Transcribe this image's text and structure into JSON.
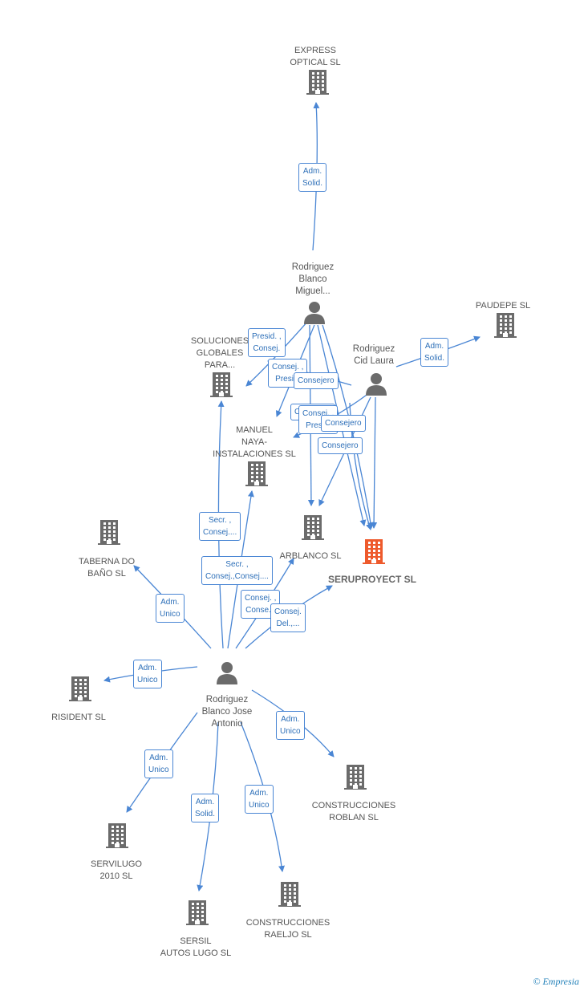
{
  "colors": {
    "edge": "#4a86d4",
    "building": "#6b6b6b",
    "main_building": "#ee5a2c",
    "person": "#6b6b6b"
  },
  "nodes": [
    {
      "id": "express",
      "type": "company",
      "label": "EXPRESS\nOPTICAL SL"
    },
    {
      "id": "paudepe",
      "type": "company",
      "label": "PAUDEPE SL"
    },
    {
      "id": "miguel",
      "type": "person",
      "label": "Rodriguez\nBlanco\nMiguel..."
    },
    {
      "id": "laura",
      "type": "person",
      "label": "Rodriguez\nCid Laura"
    },
    {
      "id": "soluciones",
      "type": "company",
      "label": "SOLUCIONES\nGLOBALES\nPARA..."
    },
    {
      "id": "manuel",
      "type": "company",
      "label": "MANUEL\nNAYA-\nINSTALACIONES SL"
    },
    {
      "id": "taberna",
      "type": "company",
      "label": "TABERNA DO\nBAÑO SL"
    },
    {
      "id": "arblanco",
      "type": "company",
      "label": "ARBLANCO SL"
    },
    {
      "id": "seruproyect",
      "type": "main",
      "label": "SERUPROYECT SL"
    },
    {
      "id": "jose",
      "type": "person",
      "label": "Rodriguez\nBlanco Jose\nAntonio"
    },
    {
      "id": "risident",
      "type": "company",
      "label": "RISIDENT SL"
    },
    {
      "id": "roblan",
      "type": "company",
      "label": "CONSTRUCCIONES\nROBLAN SL"
    },
    {
      "id": "servilugo",
      "type": "company",
      "label": "SERVILUGO\n2010 SL"
    },
    {
      "id": "sersil",
      "type": "company",
      "label": "SERSIL\nAUTOS LUGO SL"
    },
    {
      "id": "raeljo",
      "type": "company",
      "label": "CONSTRUCCIONES\nRAELJO SL"
    }
  ],
  "relations": [
    {
      "id": "r1",
      "text": "Adm.\nSolid."
    },
    {
      "id": "r2",
      "text": "Adm.\nSolid."
    },
    {
      "id": "r3",
      "text": "Presid. ,\nConsej."
    },
    {
      "id": "r4",
      "text": "Consej. ,\nPresid."
    },
    {
      "id": "r5",
      "text": "Consejero"
    },
    {
      "id": "r6",
      "text": "Consejero"
    },
    {
      "id": "r7",
      "text": "Consej. ,\nPresid."
    },
    {
      "id": "r8",
      "text": "Consejero"
    },
    {
      "id": "r9",
      "text": "Consejero"
    },
    {
      "id": "r10",
      "text": "Secr. ,\nConsej...."
    },
    {
      "id": "r11",
      "text": "Secr. ,\nConsej.,Consej...."
    },
    {
      "id": "r12",
      "text": "Adm.\nUnico"
    },
    {
      "id": "r13",
      "text": "Consej. ,\nConse..."
    },
    {
      "id": "r14",
      "text": "Consej.\nDel.,..."
    },
    {
      "id": "r15",
      "text": "Adm.\nUnico"
    },
    {
      "id": "r16",
      "text": "Adm.\nUnico"
    },
    {
      "id": "r17",
      "text": "Adm.\nUnico"
    },
    {
      "id": "r18",
      "text": "Adm.\nSolid."
    },
    {
      "id": "r19",
      "text": "Adm.\nUnico"
    }
  ],
  "watermark": "© Empresia"
}
